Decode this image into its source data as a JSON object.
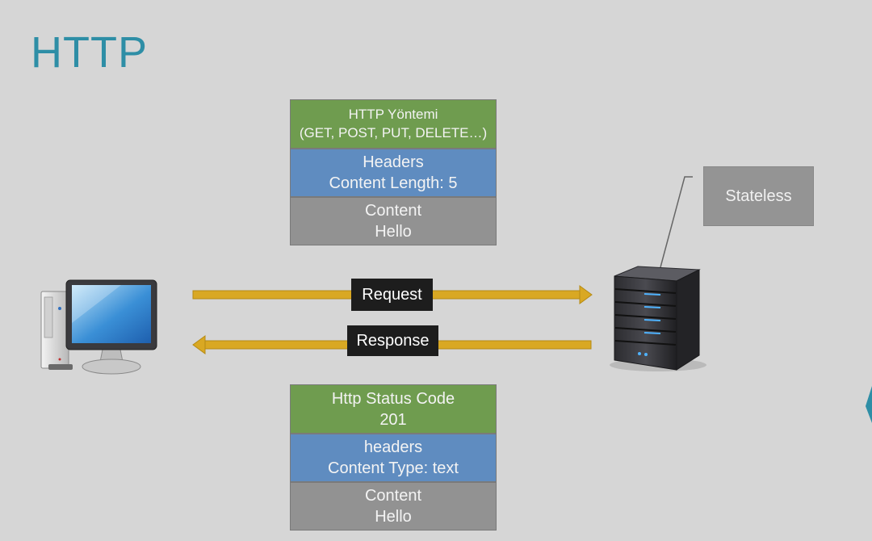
{
  "slide": {
    "title": "HTTP"
  },
  "request_message": {
    "method_line1": "HTTP Yöntemi",
    "method_line2": "(GET, POST, PUT, DELETE…)",
    "headers_line1": "Headers",
    "headers_line2": "Content Length: 5",
    "content_line1": "Content",
    "content_line2": "Hello"
  },
  "response_message": {
    "status_line1": "Http Status Code",
    "status_line2": "201",
    "headers_line1": "headers",
    "headers_line2": "Content Type: text",
    "content_line1": "Content",
    "content_line2": "Hello"
  },
  "arrows": {
    "request_label": "Request",
    "response_label": "Response"
  },
  "server_callout": {
    "label": "Stateless"
  },
  "colors": {
    "title": "#2e8ea6",
    "green": "#6f9c4f",
    "blue": "#5f8cc0",
    "gray": "#929292",
    "arrow": "#d9a823",
    "label_bg": "#1d1d1d"
  },
  "icons": {
    "client": "desktop-computer-icon",
    "server": "server-rack-icon"
  }
}
